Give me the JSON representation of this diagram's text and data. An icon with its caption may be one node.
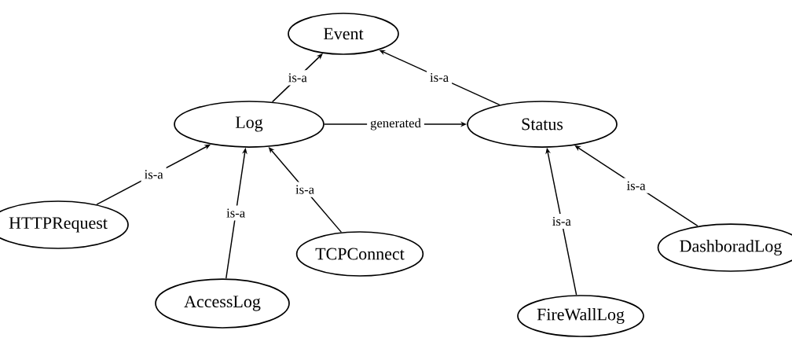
{
  "diagram": {
    "nodes": [
      {
        "text": [
          "Event"
        ]
      },
      {
        "text": [
          "Log"
        ]
      },
      {
        "text": [
          "Status"
        ]
      },
      {
        "text": [
          "HTTPRequest"
        ]
      },
      {
        "text": [
          "AccessLog"
        ]
      },
      {
        "text": [
          "TCPConnect"
        ]
      },
      {
        "text": [
          "FireWallLog"
        ]
      },
      {
        "text": [
          "DashboradLog"
        ]
      }
    ],
    "edges": [
      {
        "from": 1,
        "to": 0,
        "arrow": "to",
        "label": "is-a"
      },
      {
        "from": 2,
        "to": 0,
        "arrow": "to",
        "label": "is-a"
      },
      {
        "from": 1,
        "to": 2,
        "arrow": "to",
        "label": "generated"
      },
      {
        "from": 3,
        "to": 1,
        "arrow": "to",
        "label": "is-a"
      },
      {
        "from": 4,
        "to": 1,
        "arrow": "to",
        "label": "is-a"
      },
      {
        "from": 5,
        "to": 1,
        "arrow": "to",
        "label": "is-a"
      },
      {
        "from": 6,
        "to": 2,
        "arrow": "to",
        "label": "is-a"
      },
      {
        "from": 7,
        "to": 2,
        "arrow": "to",
        "label": "is-a"
      }
    ]
  }
}
